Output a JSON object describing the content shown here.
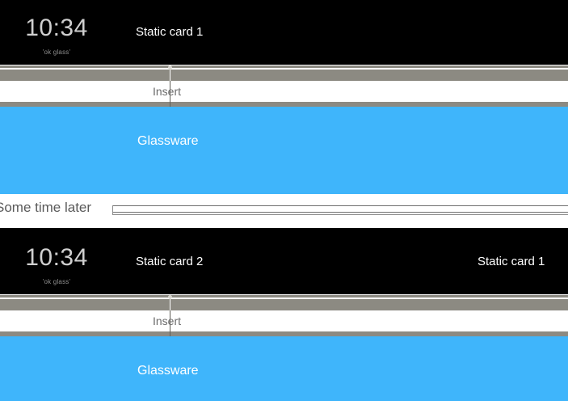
{
  "meta": {
    "accent_blue": "#3fb5fb",
    "band_gray": "#8c8a82",
    "card_black": "#000000",
    "text_muted": "#6b6b6b"
  },
  "sequences": [
    {
      "id": "first",
      "card_strip": {
        "clock": {
          "time": "10:34",
          "hint": "'ok glass'"
        },
        "cards": [
          {
            "label": "Static card 1"
          }
        ]
      },
      "connector": {
        "insert_label": "Insert"
      },
      "glassware": {
        "label": "Glassware"
      }
    },
    {
      "id": "second",
      "card_strip": {
        "clock": {
          "time": "10:34",
          "hint": "'ok glass'"
        },
        "cards": [
          {
            "label": "Static card 2"
          },
          {
            "label": "Static card 1"
          }
        ]
      },
      "connector": {
        "insert_label": "Insert"
      },
      "glassware": {
        "label": "Glassware"
      }
    }
  ],
  "divider": {
    "label": "Some time later"
  }
}
